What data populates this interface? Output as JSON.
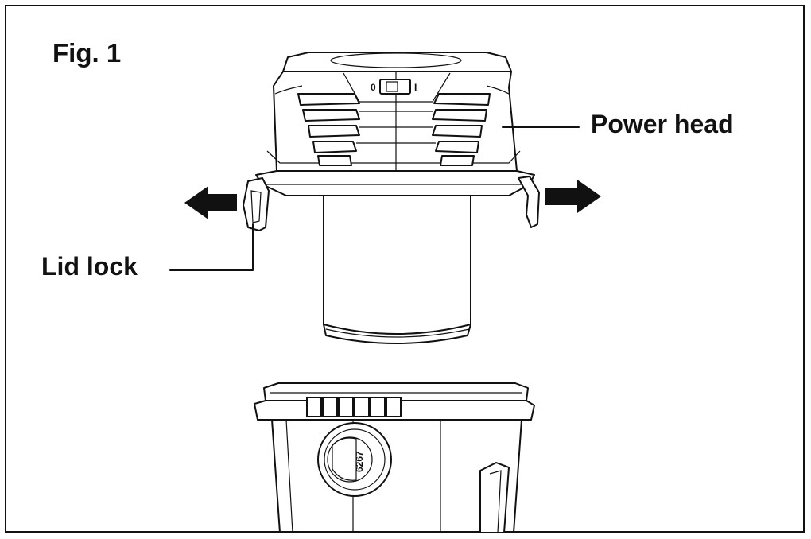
{
  "figure": {
    "label": "Fig. 1"
  },
  "callouts": {
    "power_head": "Power head",
    "lid_lock": "Lid lock"
  },
  "switch": {
    "off_mark": "0",
    "on_mark": "I"
  },
  "port_marking": "6267",
  "icons": {
    "left_arrow": "arrow-left-icon",
    "right_arrow": "arrow-right-icon"
  },
  "colors": {
    "line": "#111111",
    "background": "#ffffff"
  }
}
